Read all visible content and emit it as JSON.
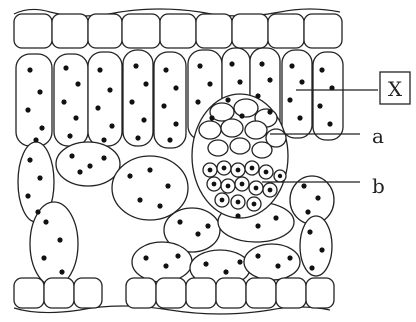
{
  "labels": {
    "x": "X",
    "a": "a",
    "b": "b"
  }
}
